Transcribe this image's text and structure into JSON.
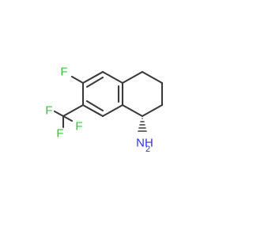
{
  "molecule": {
    "atoms": {
      "fluoro": {
        "symbol": "F",
        "color": "#32c832"
      },
      "cf3_f1": {
        "symbol": "F",
        "color": "#32c832"
      },
      "cf3_f2": {
        "symbol": "F",
        "color": "#32c832"
      },
      "cf3_f3": {
        "symbol": "F",
        "color": "#32c832"
      },
      "amine": {
        "symbol": "NH",
        "subscript": "2",
        "color": "#3232e6"
      }
    },
    "bond_color": "#3a3a3a",
    "stereo_bond": "hashed-wedge"
  }
}
